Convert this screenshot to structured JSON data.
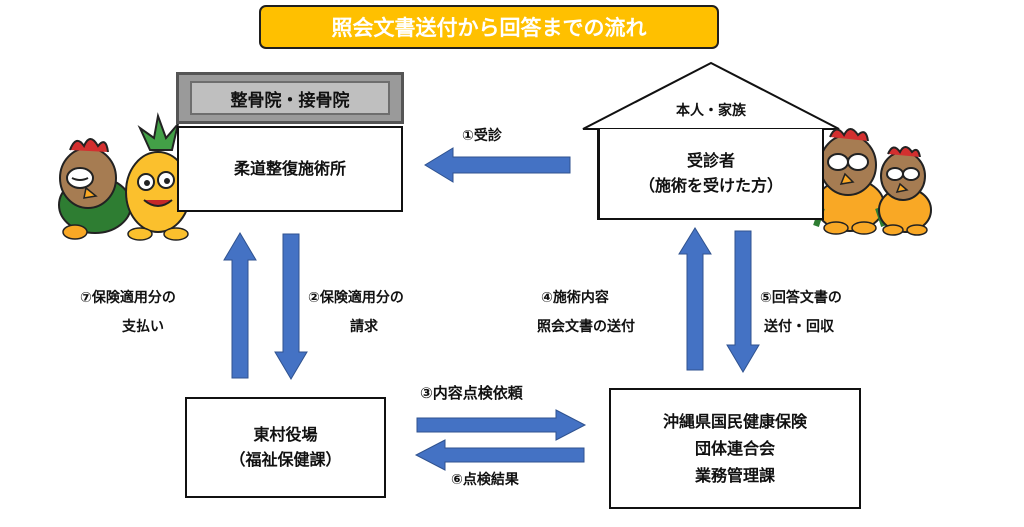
{
  "title": "照会文書送付から回答までの流れ",
  "nodes": {
    "clinic_header": "整骨院・接骨院",
    "clinic": "柔道整復施術所",
    "patient_header": "本人・家族",
    "patient_line1": "受診者",
    "patient_line2": "（施術を受けた方）",
    "village_line1": "東村役場",
    "village_line2": "（福祉保健課）",
    "union_line1": "沖縄県国民健康保険",
    "union_line2": "団体連合会",
    "union_line3": "業務管理課"
  },
  "steps": {
    "s1": "①受診",
    "s2_line1": "②保険適用分の",
    "s2_line2": "請求",
    "s3": "③内容点検依頼",
    "s4_line1": "④施術内容",
    "s4_line2": "照会文書の送付",
    "s5_line1": "⑤回答文書の",
    "s5_line2": "送付・回収",
    "s6": "⑥点検結果",
    "s7_line1": "⑦保険適用分の",
    "s7_line2": "支払い"
  },
  "colors": {
    "title_bg": "#FFC000",
    "arrow": "#4472C4",
    "arrow_border": "#2F528F",
    "header_gray": "#BFBFBF"
  }
}
